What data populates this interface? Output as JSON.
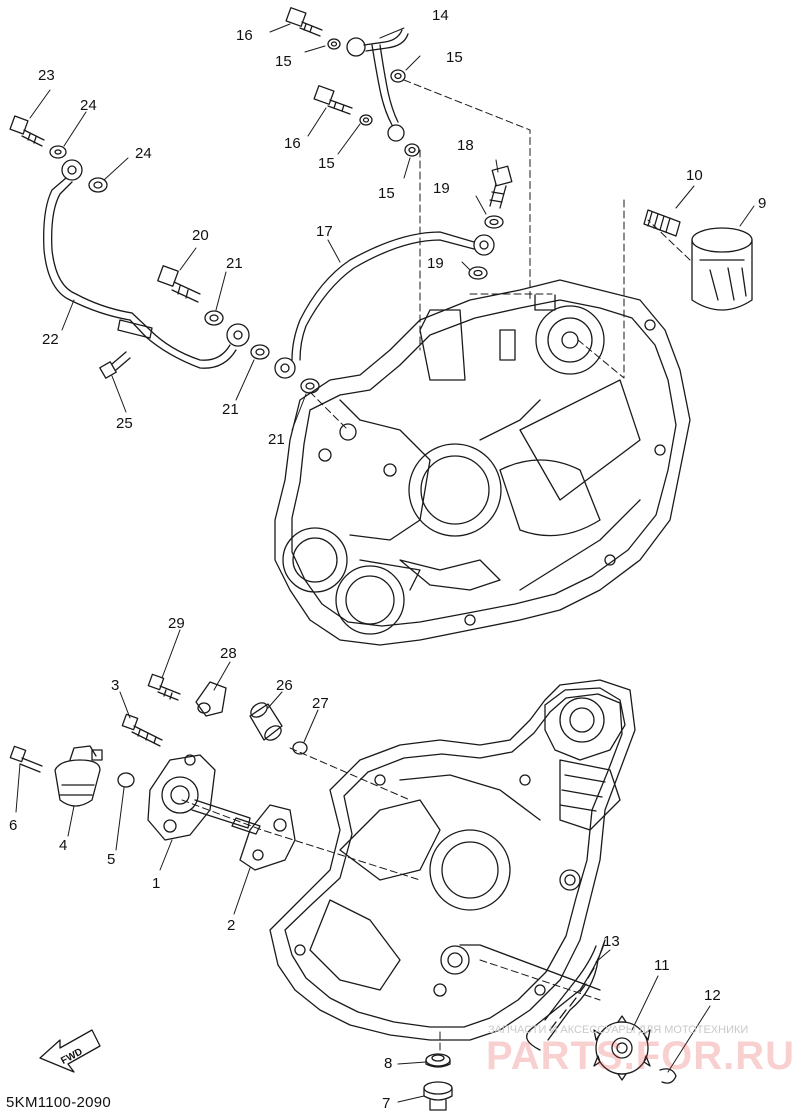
{
  "diagram_code": "5KM1100-2090",
  "fwd_label": "FWD",
  "watermark": {
    "line1": "ЗАПЧАСТИ И АКСЕССУАРЫ ДЛЯ МОТОТЕХНИКИ",
    "line2": "PARTS.FOR.RU"
  },
  "callouts": [
    "1",
    "2",
    "3",
    "4",
    "5",
    "6",
    "7",
    "8",
    "9",
    "10",
    "11",
    "12",
    "13",
    "14",
    "15",
    "15",
    "15",
    "15",
    "16",
    "16",
    "17",
    "18",
    "19",
    "19",
    "20",
    "21",
    "21",
    "21",
    "22",
    "23",
    "24",
    "24",
    "25",
    "26",
    "27",
    "28",
    "29"
  ],
  "colors": {
    "line": "#1a1a1a",
    "watermark": "#e42828"
  }
}
